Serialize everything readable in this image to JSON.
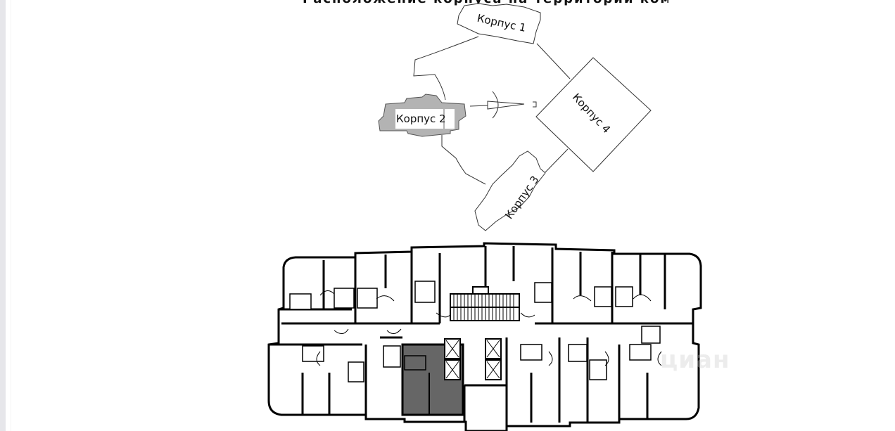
{
  "page": {
    "title_partial": "Расположение корпуса на территории комплекса",
    "watermark": "циан"
  },
  "site_plan": {
    "buildings": [
      {
        "id": 1,
        "label": "Корпус 1",
        "highlighted": false
      },
      {
        "id": 2,
        "label": "Корпус 2",
        "highlighted": true
      },
      {
        "id": 3,
        "label": "Корпус 3",
        "highlighted": false
      },
      {
        "id": 4,
        "label": "Корпус 4",
        "highlighted": false
      }
    ],
    "highlight_color": "#b3b3b3",
    "compass_icon": "north-arrow"
  },
  "floor_plan": {
    "selected_unit_color": "#666666",
    "wall_color": "#000000",
    "elevators": 4,
    "stair": 1
  }
}
